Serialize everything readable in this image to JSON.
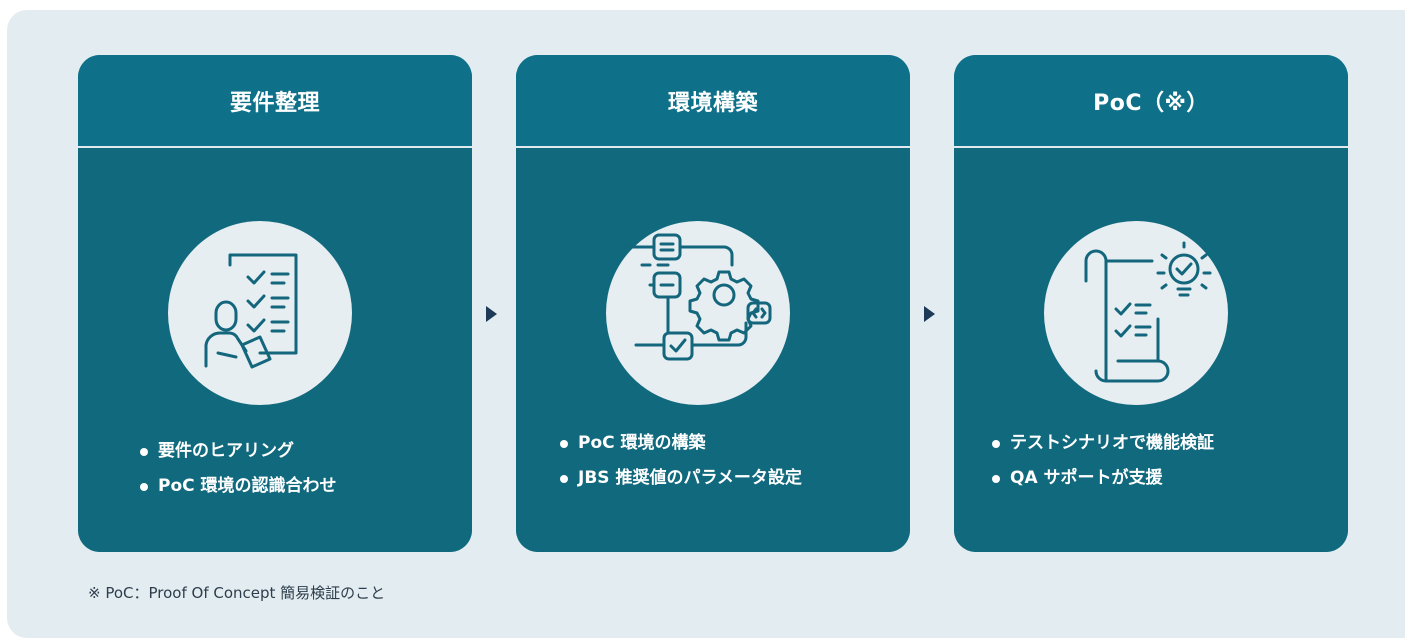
{
  "steps": [
    {
      "title": "要件整理",
      "icon": "person-checklist-icon",
      "bullets": [
        "要件のヒアリング",
        "PoC 環境の認識合わせ"
      ]
    },
    {
      "title": "環境構築",
      "icon": "gear-modules-icon",
      "bullets": [
        "PoC 環境の構築",
        "JBS 推奨値のパラメータ設定"
      ]
    },
    {
      "title": "PoC（※）",
      "icon": "scroll-lightbulb-icon",
      "bullets": [
        "テストシナリオで機能検証",
        "QA サポートが支援"
      ]
    }
  ],
  "footnote": "※ PoC：Proof Of Concept 簡易検証のこと",
  "colors": {
    "panel_bg": "#e3edf1",
    "card_bg": "#116c82",
    "arrow": "#1e3a57",
    "text_on_card": "#ffffff"
  }
}
